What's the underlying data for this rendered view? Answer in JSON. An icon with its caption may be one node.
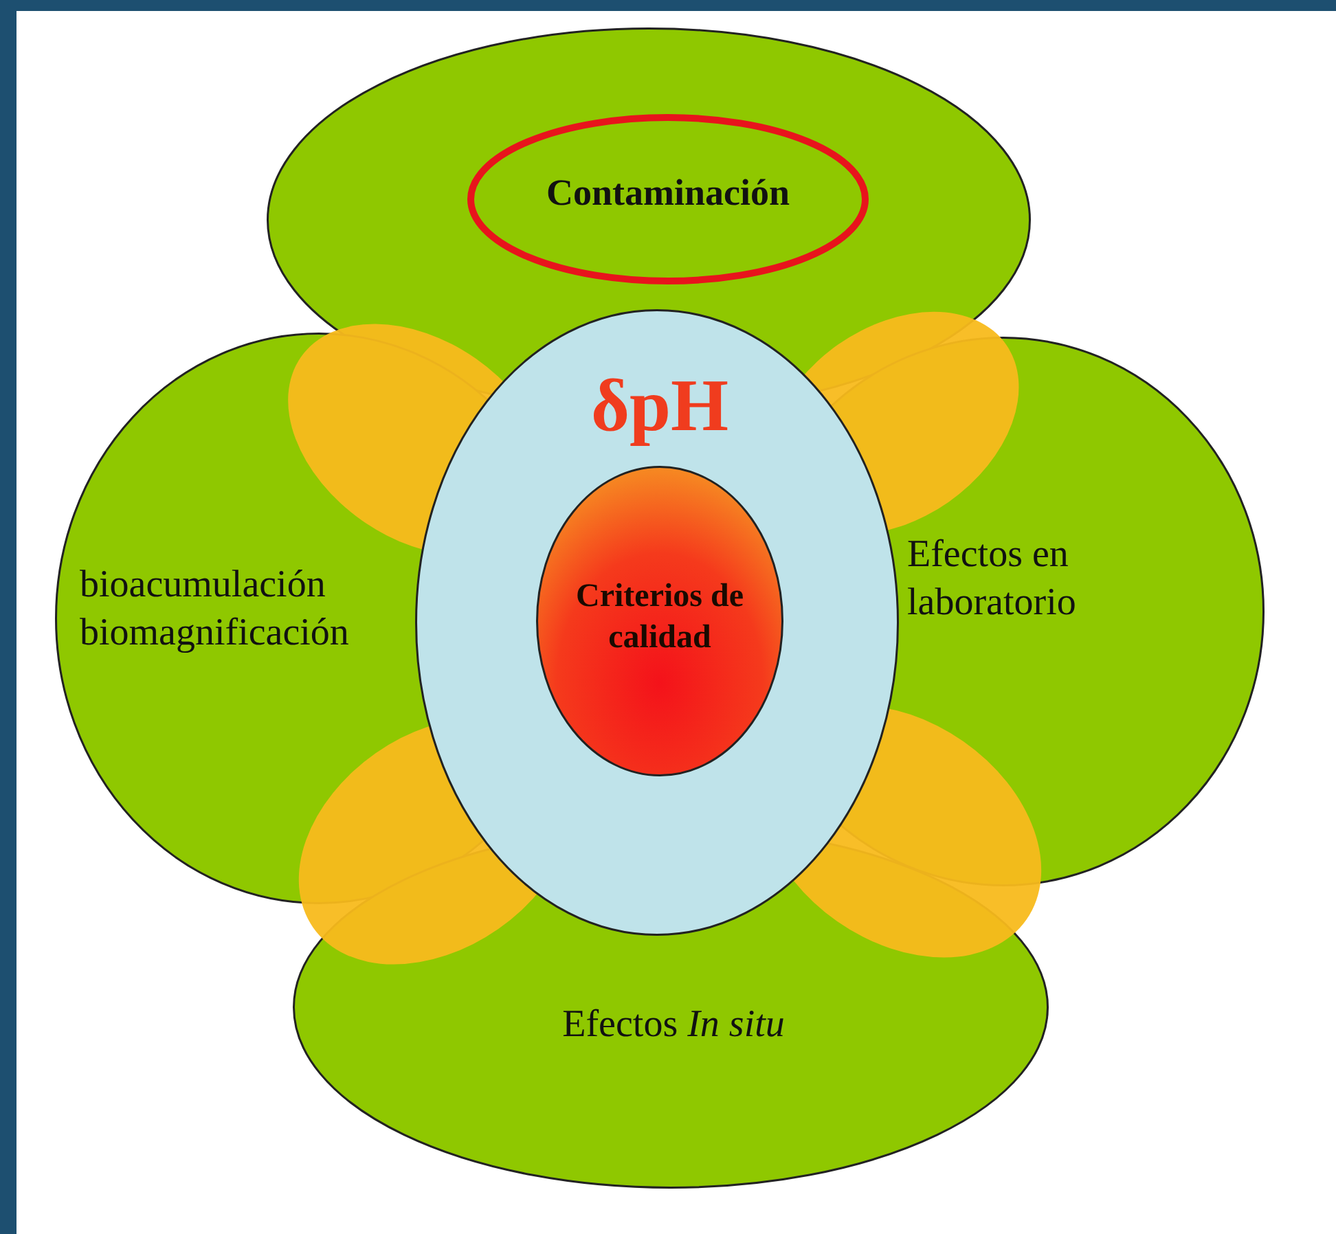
{
  "diagram": {
    "nodes": [
      {
        "text": [],
        "shape": "ellipse"
      },
      {
        "text": [
          "Contaminación"
        ],
        "in": 0
      },
      {
        "text": [
          "bioacumulación biomagnificación"
        ]
      },
      {
        "text": [
          "Efectos en laboratorio"
        ]
      },
      {
        "text": [
          "Efectos *In situ*"
        ]
      },
      {
        "text": [
          "δpH"
        ]
      },
      {
        "text": [
          "Criterios de calidad"
        ],
        "in": 5
      }
    ],
    "edges": []
  }
}
